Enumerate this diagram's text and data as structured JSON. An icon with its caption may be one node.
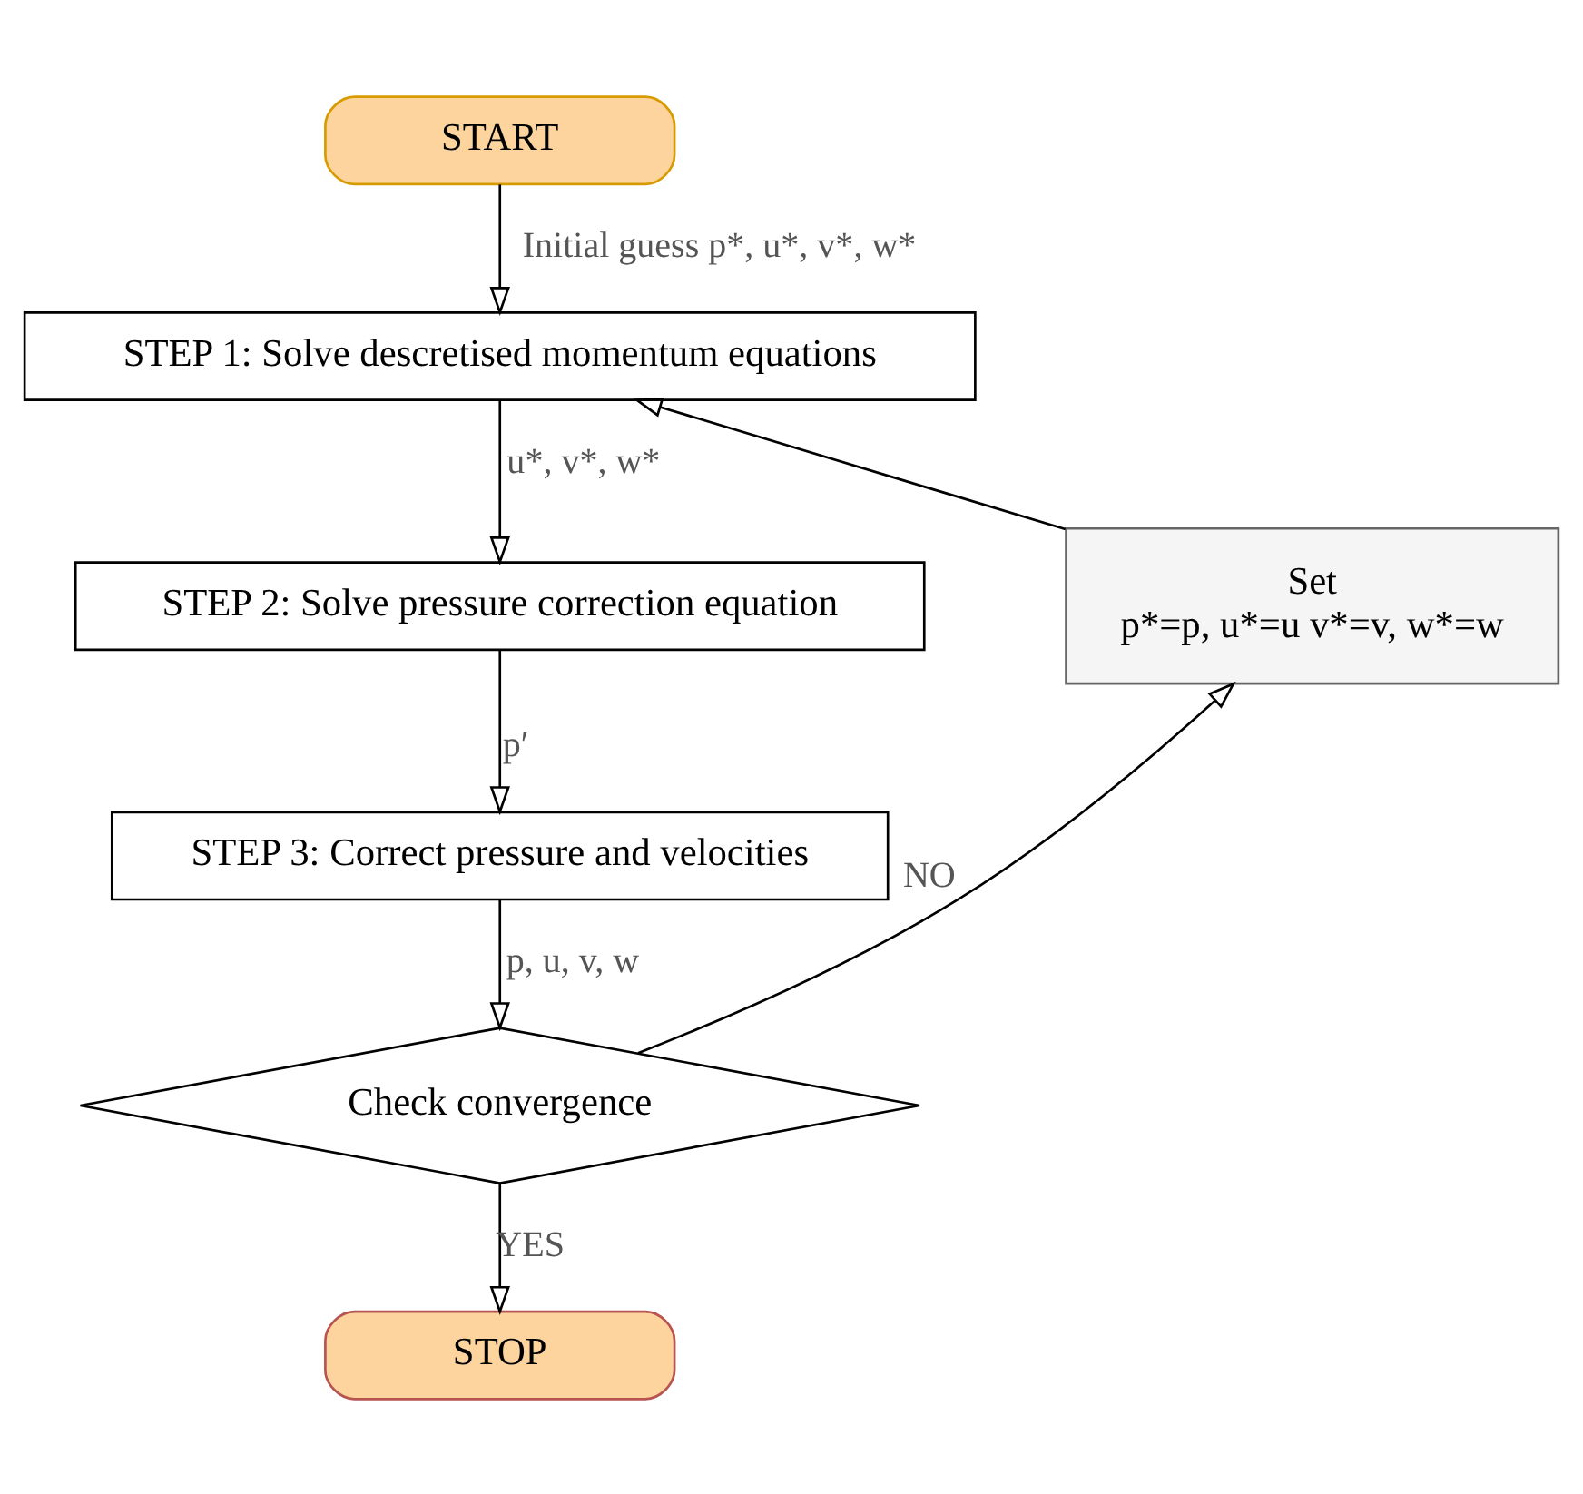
{
  "diagram": {
    "nodes": [
      {
        "text": [
          "START"
        ]
      },
      {
        "text": [
          "STEP 1: Solve descretised momentum equations"
        ]
      },
      {
        "text": [
          "STEP 2: Solve pressure correction equation"
        ]
      },
      {
        "text": [
          "STEP 3: Correct pressure and velocities"
        ]
      },
      {
        "text": [
          "Check convergence"
        ]
      },
      {
        "text": [
          "STOP"
        ]
      },
      {
        "text": [
          "Set",
          "p*=p, u*=u v*=v, w*=w"
        ]
      }
    ],
    "edges": [
      {
        "from": 0,
        "to": 1,
        "arrow": "to",
        "label": "Initial guess p*, u*, v*, w*"
      },
      {
        "from": 1,
        "to": 2,
        "arrow": "to",
        "label": "u*, v*, w*"
      },
      {
        "from": 2,
        "to": 3,
        "arrow": "to",
        "label": "p′"
      },
      {
        "from": 3,
        "to": 4,
        "arrow": "to",
        "label": "p, u, v, w"
      },
      {
        "from": 4,
        "to": 6,
        "arrow": "to",
        "label": "NO"
      },
      {
        "from": 4,
        "to": 5,
        "arrow": "to",
        "label": "YES"
      },
      {
        "from": 6,
        "to": 1,
        "arrow": "to"
      }
    ]
  }
}
